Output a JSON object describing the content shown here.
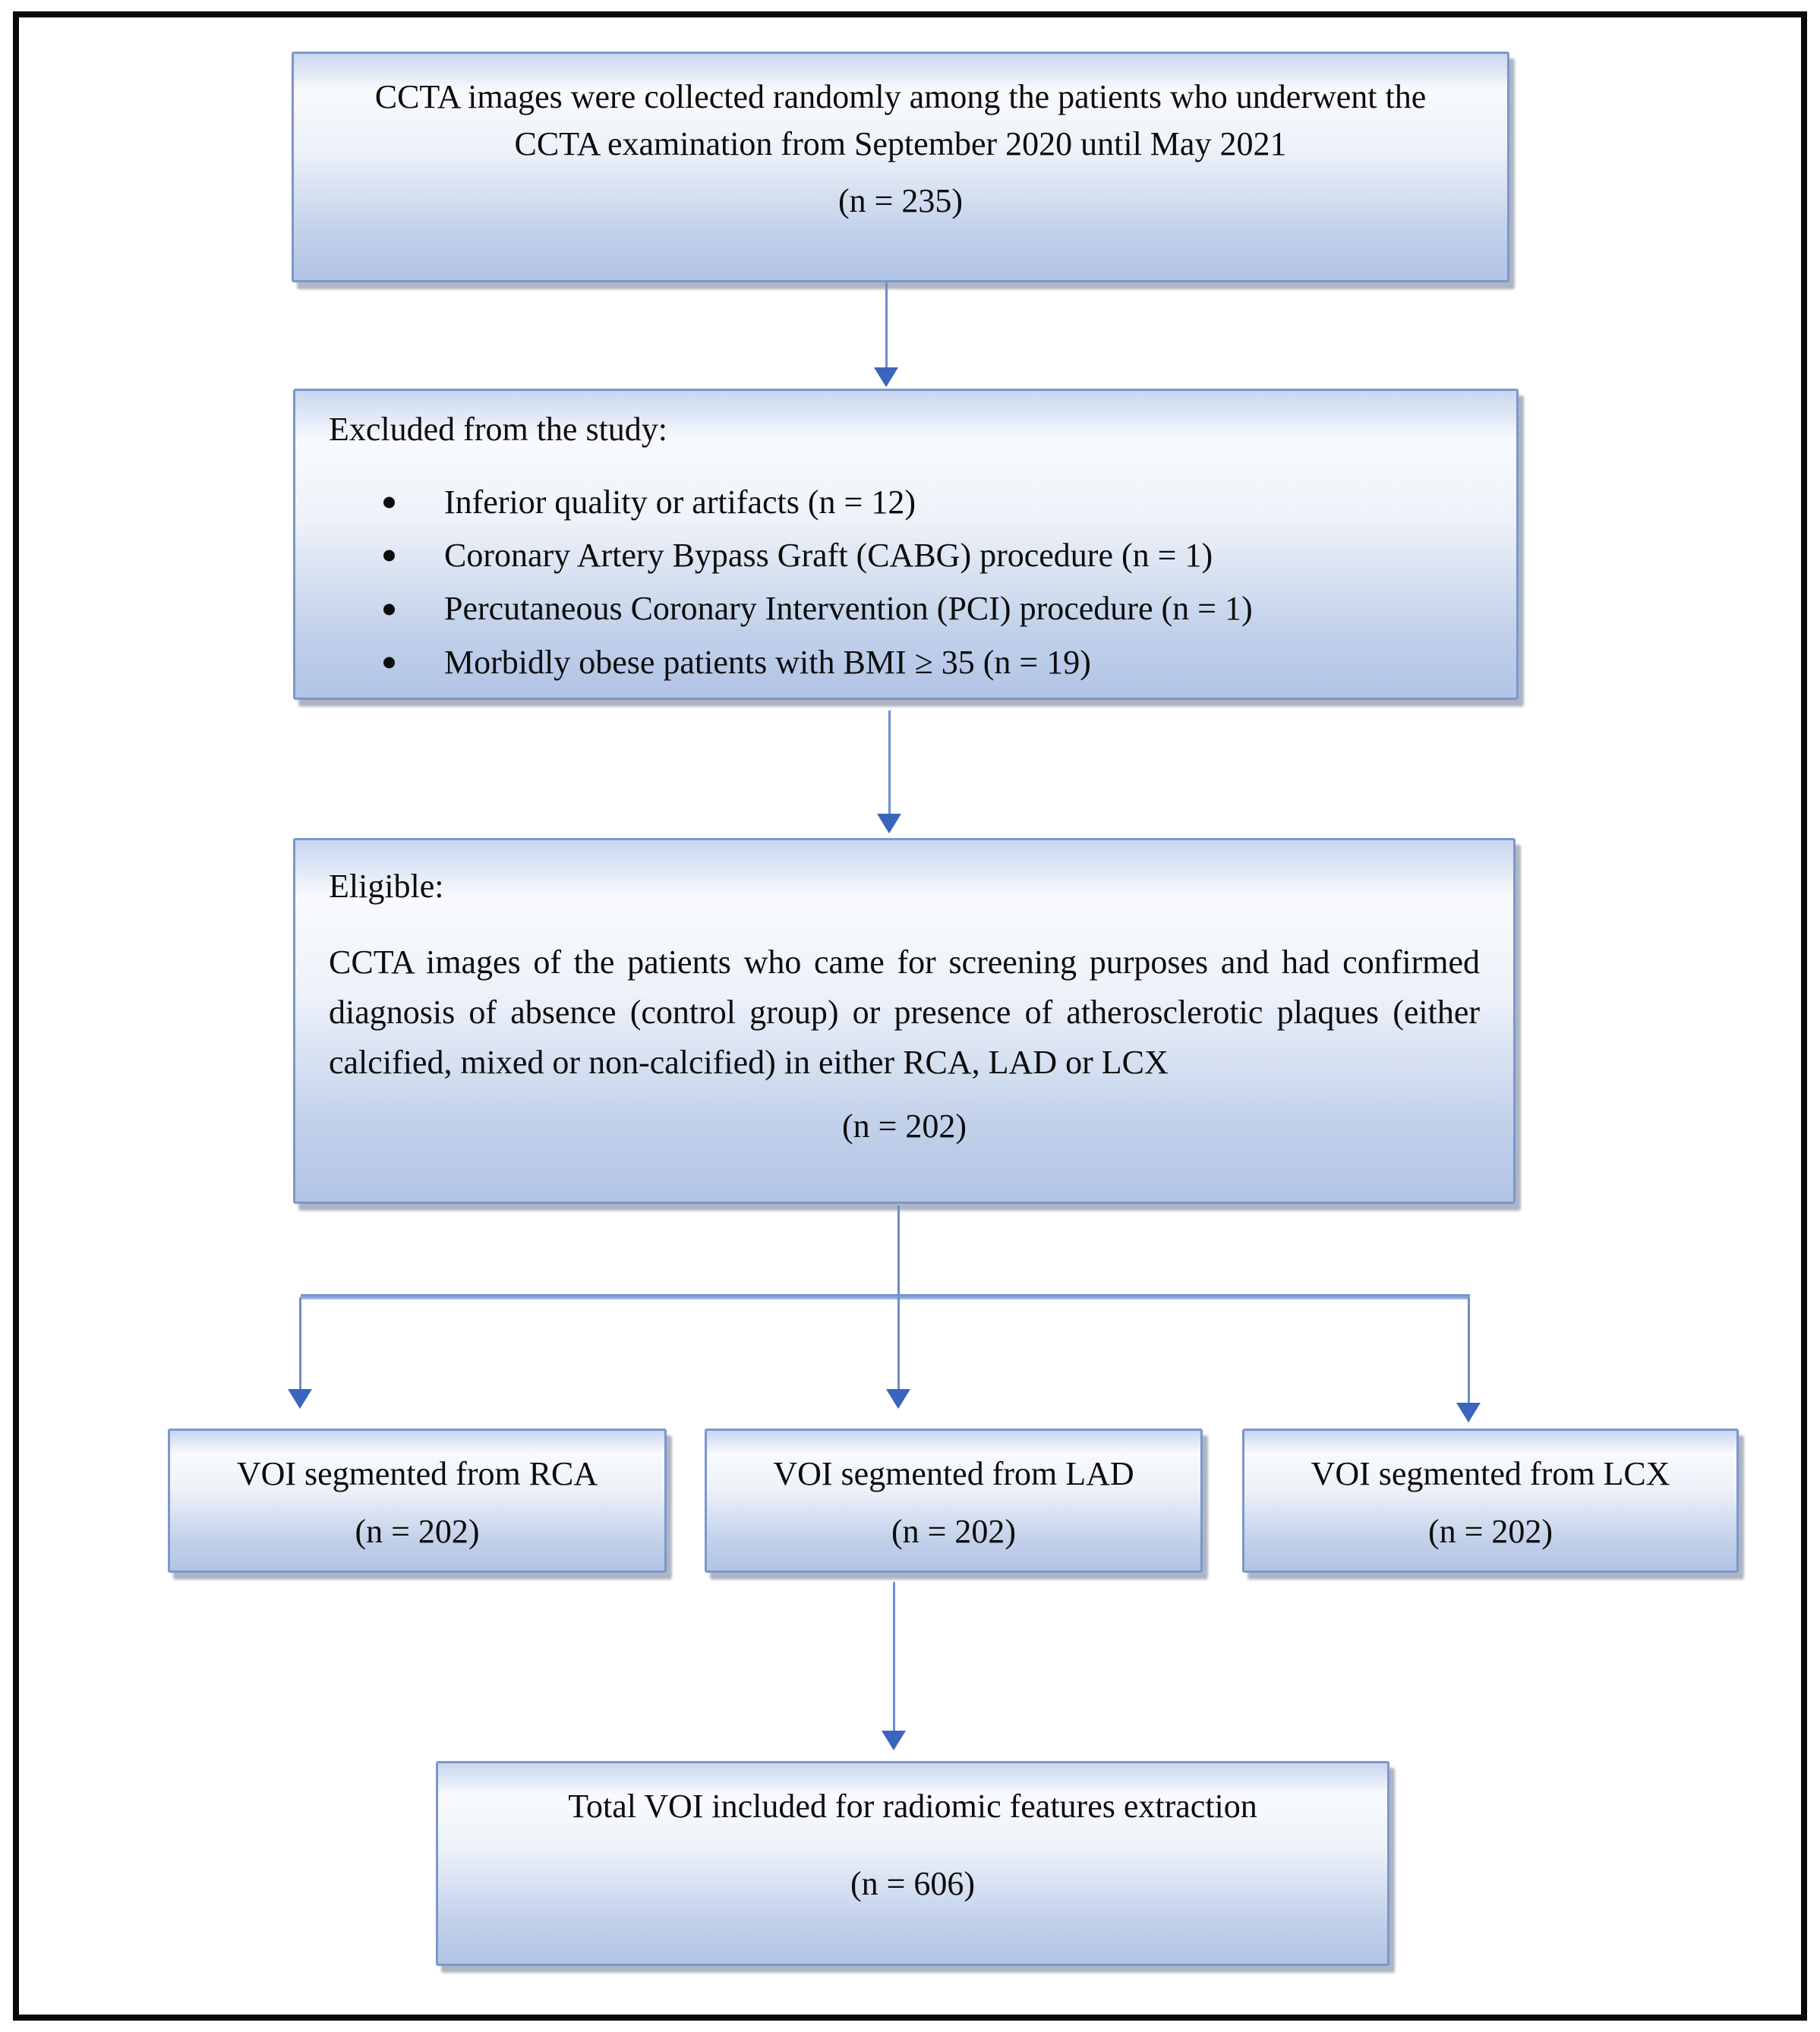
{
  "diagram": {
    "type": "study-flowchart",
    "colors": {
      "frame_border": "#0a0a0a",
      "box_border": "#7b97cb",
      "box_fill_top": "#c8d6ef",
      "box_fill_bottom": "#b2c4e6",
      "connector_line": "#6d8ecb",
      "arrowhead": "#3b64be",
      "box_shadow": "#76839c",
      "text": "#0d0d0d"
    },
    "nodes": {
      "collected": {
        "line1": "CCTA images were collected randomly among the patients who underwent the",
        "line2": "CCTA examination from September 2020 until May 2021",
        "n": "(n = 235)"
      },
      "excluded": {
        "title": "Excluded from the study:",
        "items": [
          "Inferior quality or artifacts (n = 12)",
          "Coronary Artery Bypass Graft (CABG) procedure (n = 1)",
          "Percutaneous Coronary Intervention (PCI) procedure (n = 1)",
          "Morbidly obese patients with BMI ≥ 35 (n = 19)"
        ]
      },
      "eligible": {
        "title": "Eligible:",
        "body": "CCTA images of the patients who came for screening purposes and had confirmed diagnosis of absence (control group) or presence of atherosclerotic plaques (either calcified, mixed or non-calcified) in either RCA, LAD or LCX",
        "n": "(n = 202)"
      },
      "voi_rca": {
        "label": "VOI segmented from RCA",
        "n": "(n = 202)"
      },
      "voi_lad": {
        "label": "VOI segmented from LAD",
        "n": "(n = 202)"
      },
      "voi_lcx": {
        "label": "VOI segmented from LCX",
        "n": "(n = 202)"
      },
      "total": {
        "label": "Total VOI included for radiomic features extraction",
        "n": "(n = 606)"
      }
    }
  }
}
